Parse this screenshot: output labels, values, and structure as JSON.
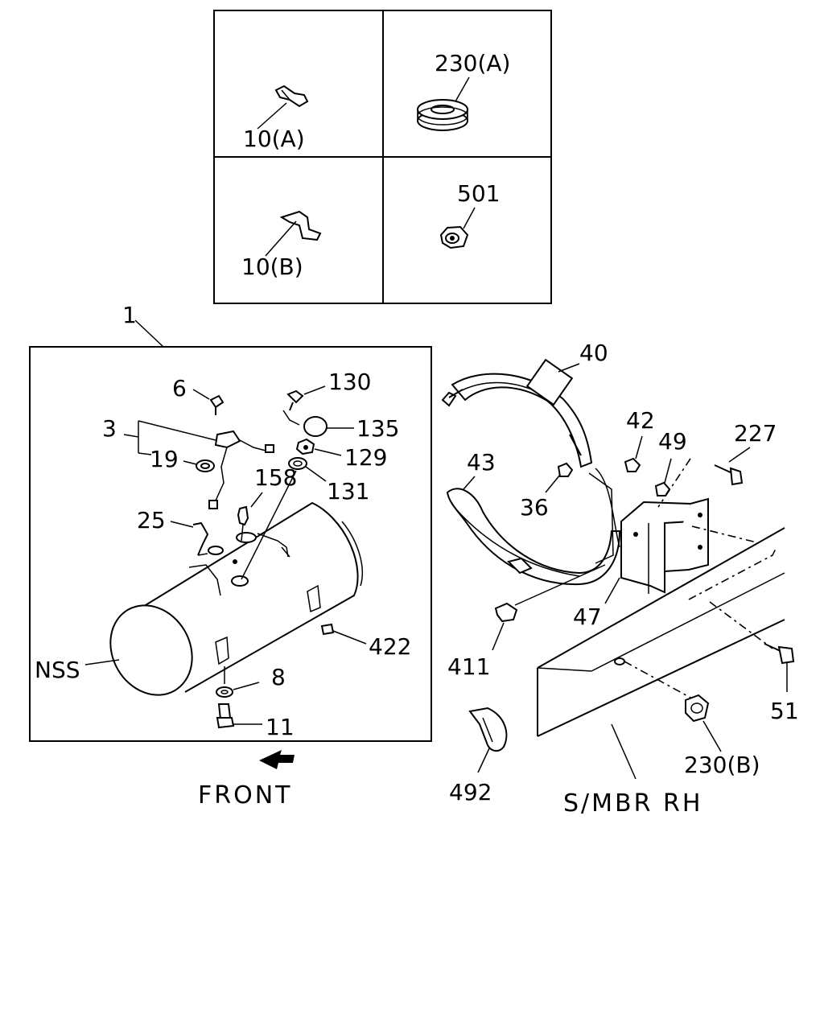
{
  "inset": {
    "tl_label": "10(A)",
    "tr_label": "230(A)",
    "bl_label": "10(B)",
    "br_label": "501"
  },
  "callouts": {
    "c1": "1",
    "c6": "6",
    "c130": "130",
    "c3": "3",
    "c135": "135",
    "c19": "19",
    "c129": "129",
    "c158": "158",
    "c131": "131",
    "c25": "25",
    "c422": "422",
    "nss": "NSS",
    "c8": "8",
    "c11": "11",
    "c40": "40",
    "c42": "42",
    "c49": "49",
    "c227": "227",
    "c43": "43",
    "c36": "36",
    "c47": "47",
    "c411": "411",
    "c51": "51",
    "c492": "492",
    "c230b": "230(B)",
    "smbr": "S/MBR RH"
  },
  "front_label": "FRONT"
}
